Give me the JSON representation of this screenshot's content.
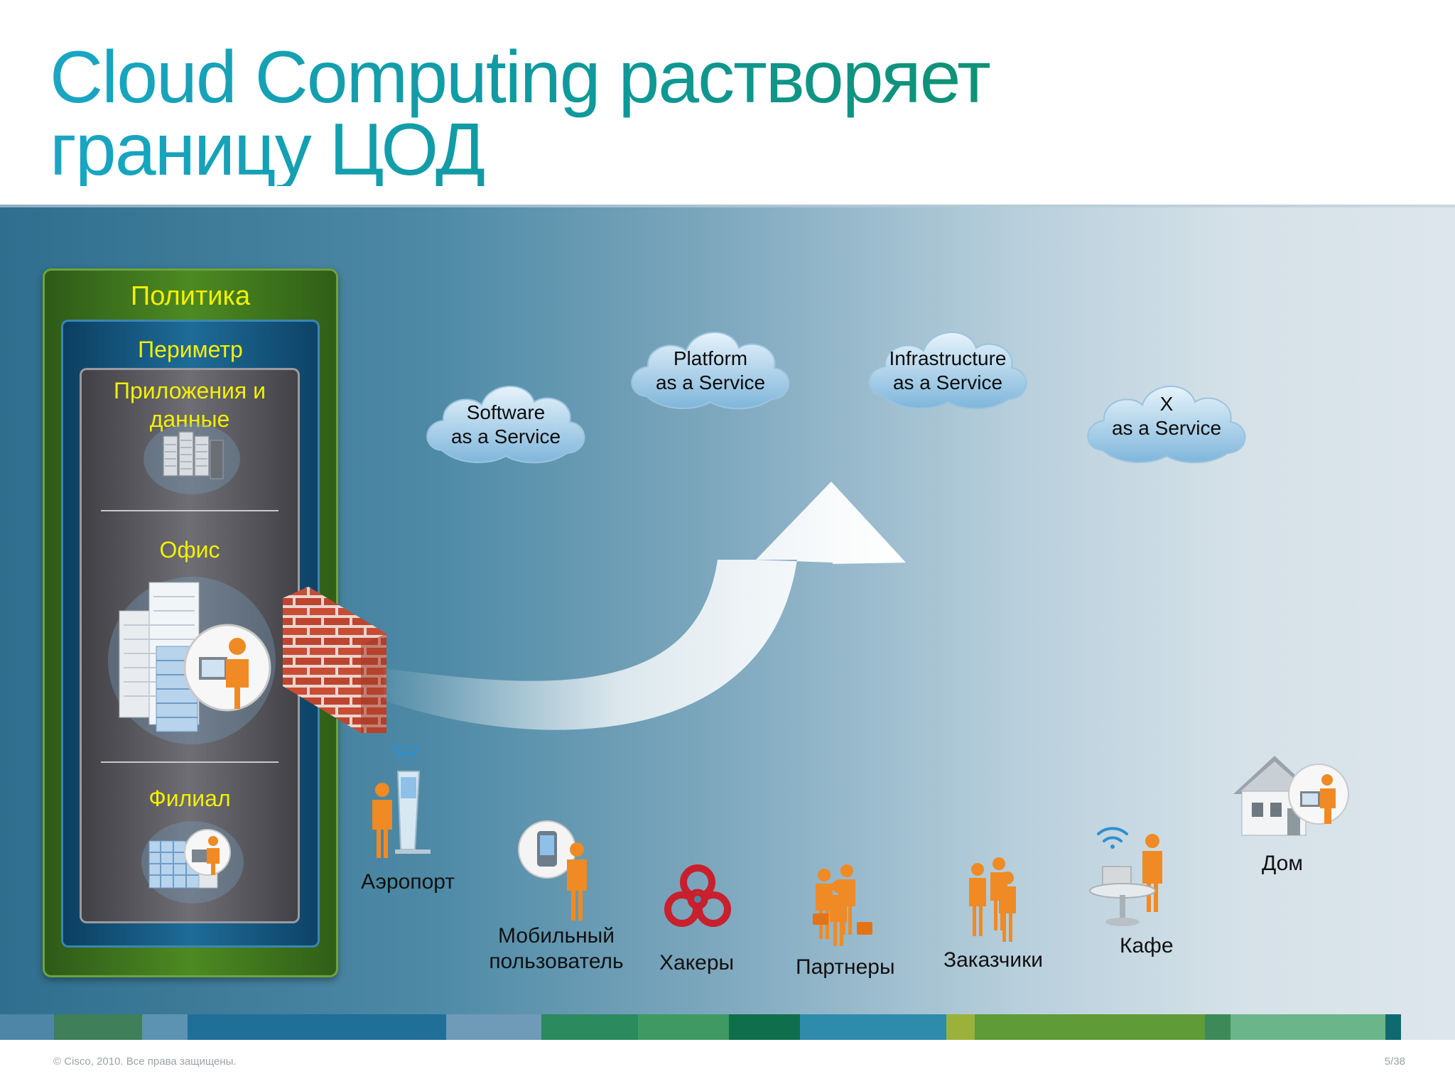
{
  "slide": {
    "title_line1": "Cloud Computing растворяет",
    "title_line2": "границу ЦОД",
    "copyright": "© Cisco, 2010. Все права защищены.",
    "page_number": "5/38"
  },
  "zones": {
    "policy": "Политика",
    "perimeter": "Периметр",
    "apps_line1": "Приложения и",
    "apps_line2": "данные",
    "office": "Офис",
    "branch": "Филиал"
  },
  "clouds": [
    {
      "line1": "Software",
      "line2": "as a Service"
    },
    {
      "line1": "Platform",
      "line2": "as a Service"
    },
    {
      "line1": "Infrastructure",
      "line2": "as a Service"
    },
    {
      "line1": "X",
      "line2": "as a Service"
    }
  ],
  "endpoints": {
    "airport": "Аэропорт",
    "mobile_line1": "Мобильный",
    "mobile_line2": "пользователь",
    "hackers": "Хакеры",
    "partners": "Партнеры",
    "customers": "Заказчики",
    "cafe": "Кафе",
    "home": "Дом"
  },
  "colors": {
    "title_gradient_start": "#1aa6c4",
    "title_gradient_end": "#0f8f68",
    "zone_label": "#f4f000",
    "person": "#f08a24",
    "hazard": "#c8202c",
    "brick": "#c85038"
  },
  "icons": {
    "server": "server-rack-icon",
    "office": "office-building-icon",
    "branch": "branch-building-icon",
    "firewall": "firewall-brick-icon",
    "arrow": "upward-curved-arrow",
    "airport": "airport-kiosk-icon",
    "mobile": "mobile-user-icon",
    "hackers": "biohazard-icon",
    "partners": "partners-group-icon",
    "customers": "customers-group-icon",
    "cafe": "cafe-table-icon",
    "home": "house-icon"
  }
}
